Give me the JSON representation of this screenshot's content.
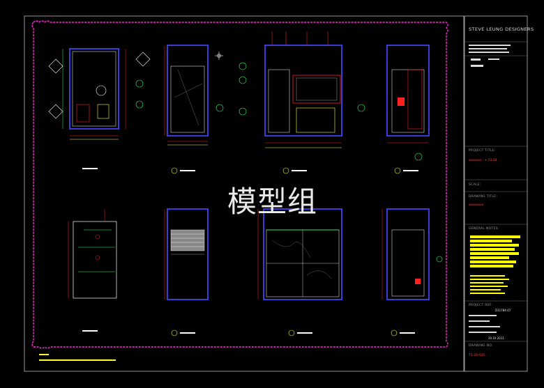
{
  "watermark": "模型组",
  "title_block": {
    "firm_name": "STEVE LEUNG DESIGNERS",
    "project_title_label": "PROJECT TITLE:",
    "project_title_value": "xxxxxxx - x-73-28",
    "drawing_title_label": "DRAWING TITLE:",
    "drawing_title_value": "xxxxxxxx",
    "general_notes_label": "GENERAL NOTES:",
    "scale_label": "SCALE:",
    "project_ref_label": "PROJECT REF:",
    "project_ref_value": "D11784-07",
    "date_value": "20.10.2011",
    "drawing_no_label": "DRAWING NO:",
    "drawing_no_value": "T3-20-020"
  },
  "colors": {
    "border_magenta": "#ff2bd6",
    "wall_blue": "#3b3bd8",
    "dim_red": "#ff2020",
    "dim_yellow": "#ffff33",
    "dim_green": "#33ff66",
    "line_white": "#ffffff",
    "note_yellow": "#ffff00"
  },
  "icons": [
    "crosshair-cursor-icon",
    "section-marker-icon",
    "elevation-callout-icon"
  ]
}
